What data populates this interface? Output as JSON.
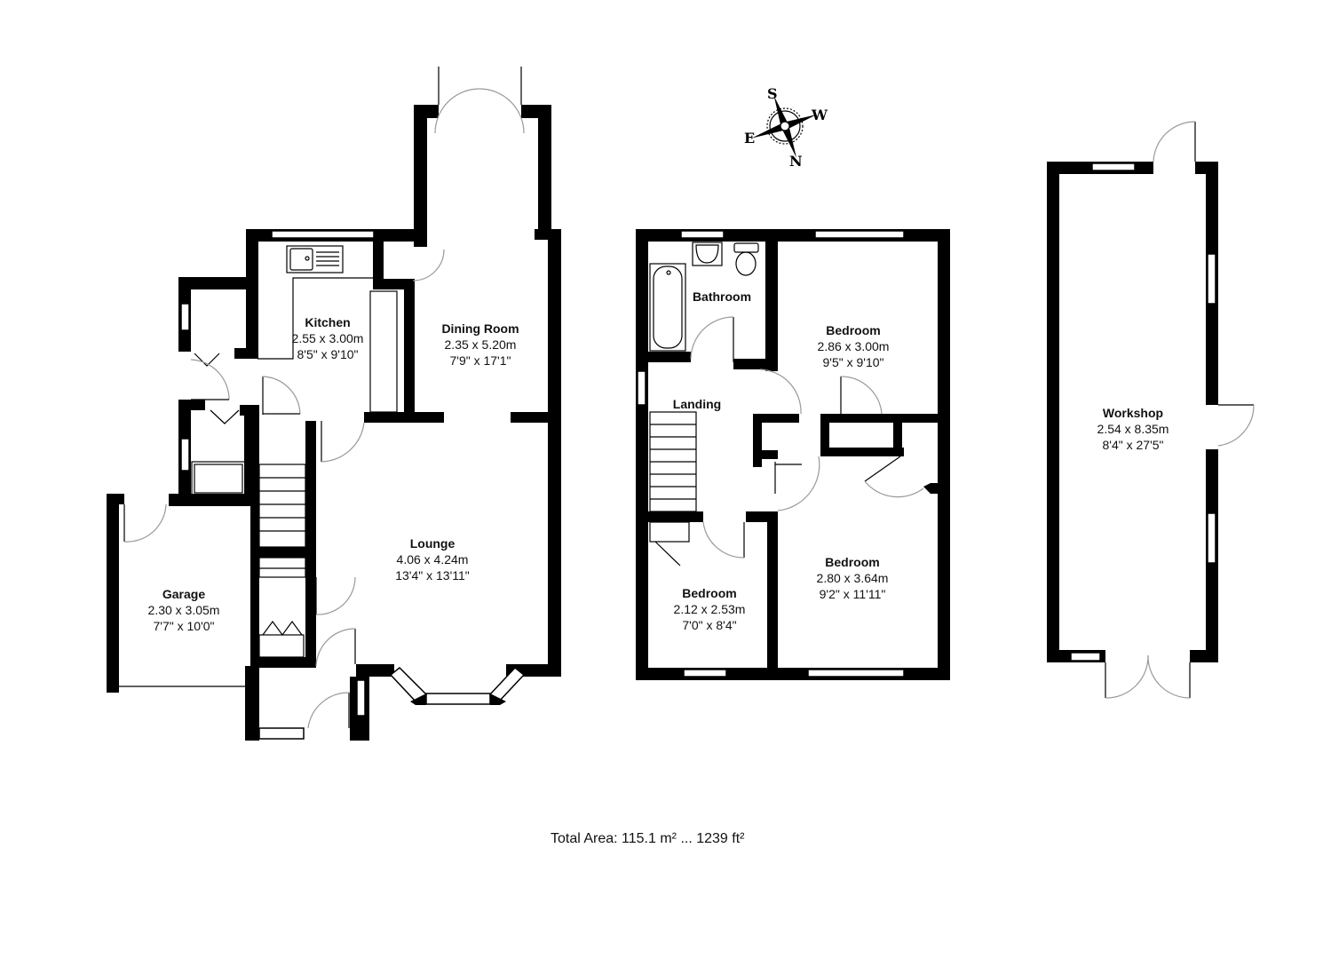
{
  "floorplan": {
    "ground_floor": {
      "rooms": [
        {
          "name": "Kitchen",
          "metric": "2.55 x 3.00m",
          "imperial": "8'5\" x 9'10\""
        },
        {
          "name": "Dining Room",
          "metric": "2.35 x 5.20m",
          "imperial": "7'9\" x 17'1\""
        },
        {
          "name": "Lounge",
          "metric": "4.06 x 4.24m",
          "imperial": "13'4\" x 13'11\""
        },
        {
          "name": "Garage",
          "metric": "2.30 x 3.05m",
          "imperial": "7'7\" x 10'0\""
        }
      ]
    },
    "first_floor": {
      "rooms": [
        {
          "name": "Bathroom"
        },
        {
          "name": "Landing"
        },
        {
          "name": "Bedroom",
          "metric": "2.86 x 3.00m",
          "imperial": "9'5\" x 9'10\""
        },
        {
          "name": "Bedroom",
          "metric": "2.80 x 3.64m",
          "imperial": "9'2\" x 11'11\""
        },
        {
          "name": "Bedroom",
          "metric": "2.12 x 2.53m",
          "imperial": "7'0\" x 8'4\""
        }
      ]
    },
    "outbuilding": {
      "rooms": [
        {
          "name": "Workshop",
          "metric": "2.54 x 8.35m",
          "imperial": "8'4\" x 27'5\""
        }
      ]
    },
    "compass": {
      "north": "N",
      "south": "S",
      "east": "E",
      "west": "W"
    },
    "total_area": "Total Area: 115.1 m² ... 1239 ft²"
  }
}
